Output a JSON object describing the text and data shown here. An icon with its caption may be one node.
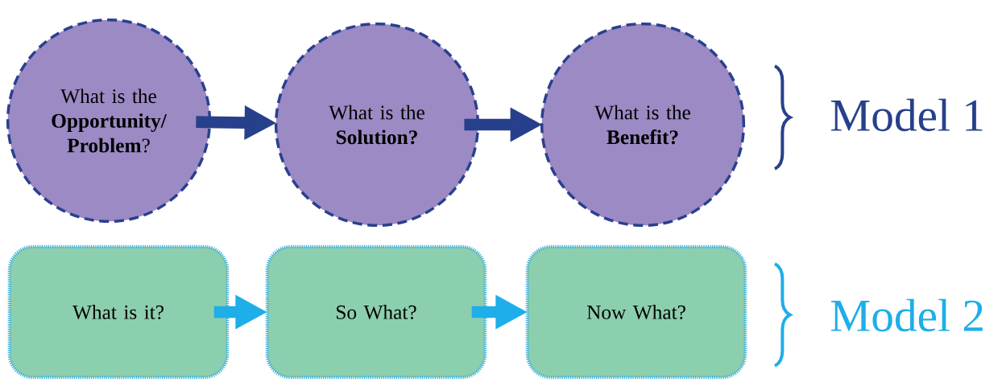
{
  "diagram": {
    "nodes": [
      {
        "text": [
          "What is the **Opportunity/ Problem**?"
        ]
      },
      {
        "text": [
          "What is the **Solution?**"
        ]
      },
      {
        "text": [
          "What is the **Benefit?**"
        ]
      },
      {
        "text": [
          "What is it?"
        ]
      },
      {
        "text": [
          "So What?"
        ]
      },
      {
        "text": [
          "Now What?"
        ]
      }
    ],
    "edges": [
      {
        "from": 0,
        "to": 1,
        "arrow": "to",
        "color": "#27408b"
      },
      {
        "from": 1,
        "to": 2,
        "arrow": "to",
        "color": "#27408b"
      },
      {
        "from": 3,
        "to": 4,
        "arrow": "to",
        "color": "#1eaee8"
      },
      {
        "from": 4,
        "to": 5,
        "arrow": "to",
        "color": "#1eaee8"
      }
    ],
    "labels": [
      "Model 1",
      "Model 2"
    ]
  }
}
